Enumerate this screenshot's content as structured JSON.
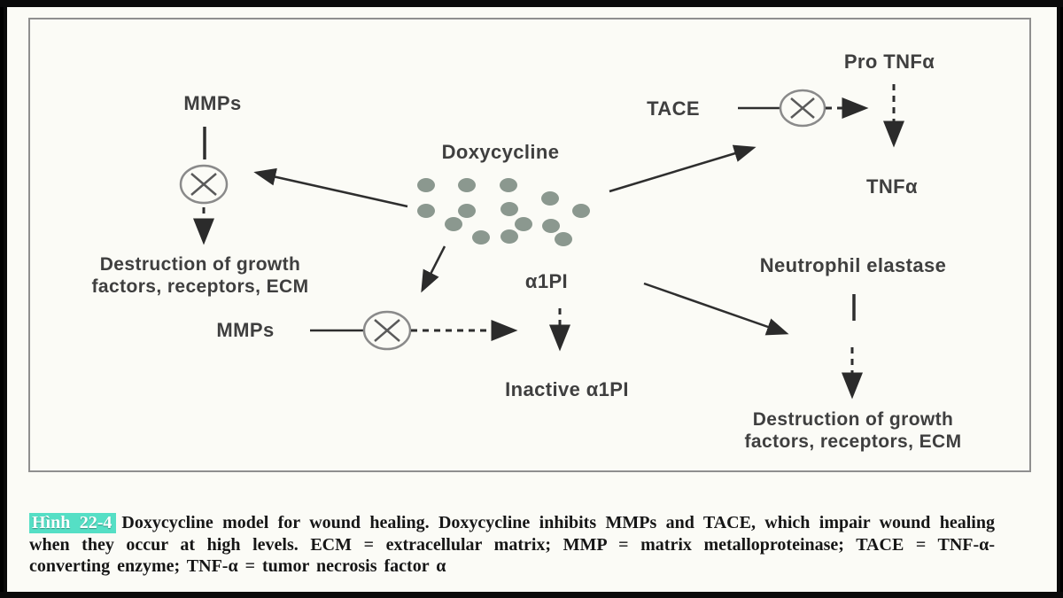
{
  "figure": {
    "nodes": {
      "mmps_top": "MMPs",
      "doxycycline": "Doxycycline",
      "destruction_left_line1": "Destruction of growth",
      "destruction_left_line2": "factors, receptors, ECM",
      "mmps_bottom": "MMPs",
      "a1pi": "α1PI",
      "inactive_a1pi": "Inactive α1PI",
      "tace": "TACE",
      "pro_tnfa": "Pro TNFα",
      "tnfa": "TNFα",
      "neutrophil_elastase": "Neutrophil elastase",
      "destruction_right_line1": "Destruction of growth",
      "destruction_right_line2": "factors, receptors, ECM"
    },
    "relationships": [
      "Doxycycline inhibits MMPs (top-left crossed circle)",
      "Doxycycline inhibits MMPs (lower crossed circle) leading to inactive α1PI pathway",
      "Doxycycline inhibits TACE (crossed circle) blocking Pro TNFα → TNFα",
      "α1PI inhibits neutrophil elastase which destroys growth factors, receptors, ECM"
    ]
  },
  "caption": {
    "figure_label": "Hình 22-4",
    "text": "Doxycycline model for wound healing. Doxycycline inhibits MMPs and TACE, which impair wound healing when they occur at high levels. ECM = extracellular matrix; MMP = matrix metalloproteinase; TACE = TNF-α-converting enzyme; TNF-α = tumor necrosis factor α"
  },
  "colors": {
    "page_background": "#fbfbf6",
    "dot": "#8b988f",
    "arrow": "#2e2e2e",
    "inhibit_circle": "#8a8a8a",
    "label_text": "#3f3f3f",
    "box_border": "#8f8f8f",
    "caption_highlight": "#55dfc5",
    "caption_text": "#161616"
  }
}
